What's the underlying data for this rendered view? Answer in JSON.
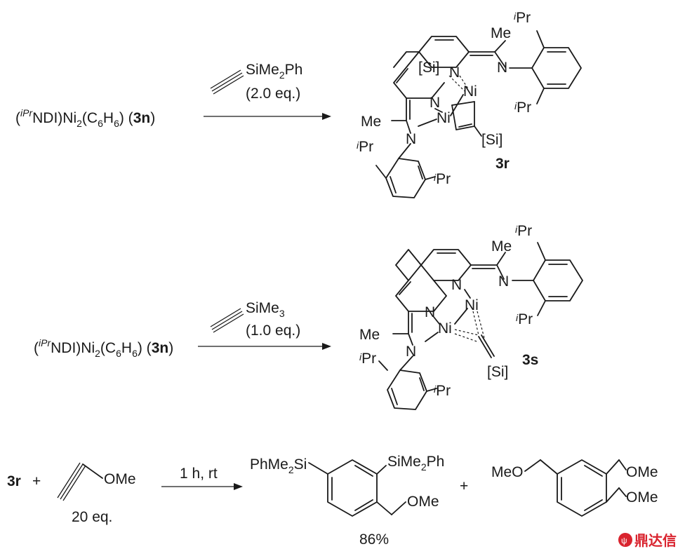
{
  "reaction1": {
    "reactant": {
      "prefix": "(",
      "sup": "iPr",
      "main": "NDI)Ni",
      "sub1": "2",
      "mid": "(C",
      "sub2": "6",
      "mid2": "H",
      "sub3": "6",
      "end": ") (",
      "bold": "3n",
      "close": ")"
    },
    "reagent_name": "SiMe",
    "reagent_sub": "2",
    "reagent_tail": "Ph",
    "equiv": "(2.0 eq.)",
    "product_label": "3r",
    "labels": {
      "si_top": "[Si]",
      "si_bottom": "[Si]",
      "ni_a": "Ni",
      "ni_b": "Ni",
      "me_top": "Me",
      "me_left": "Me",
      "n": "N",
      "ipr_i": "i",
      "ipr_pr": "Pr"
    }
  },
  "reaction2": {
    "reactant": {
      "prefix": "(",
      "sup": "iPr",
      "main": "NDI)Ni",
      "sub1": "2",
      "mid": "(C",
      "sub2": "6",
      "mid2": "H",
      "sub3": "6",
      "end": ") (",
      "bold": "3n",
      "close": ")"
    },
    "reagent_name": "SiMe",
    "reagent_sub": "3",
    "equiv": "(1.0 eq.)",
    "product_label": "3s",
    "labels": {
      "si": "[Si]",
      "ni_a": "Ni",
      "ni_b": "Ni",
      "me_top": "Me",
      "me_left": "Me",
      "n": "N",
      "ipr_i": "i",
      "ipr_pr": "Pr"
    }
  },
  "reaction3": {
    "reactant": "3r",
    "plus1": "+",
    "alkyne_sub": "OMe",
    "equiv": "20 eq.",
    "conditions": "1 h, rt",
    "plus2": "+",
    "product1": {
      "si1": "PhMe",
      "si1_sub": "2",
      "si1_tail": "Si",
      "si2": "SiMe",
      "si2_sub": "2",
      "si2_tail": "Ph",
      "ome": "OMe"
    },
    "product2": {
      "meo": "MeO",
      "ome1": "OMe",
      "ome2": "OMe"
    },
    "yield": "86%"
  },
  "watermark": "鼎达信"
}
